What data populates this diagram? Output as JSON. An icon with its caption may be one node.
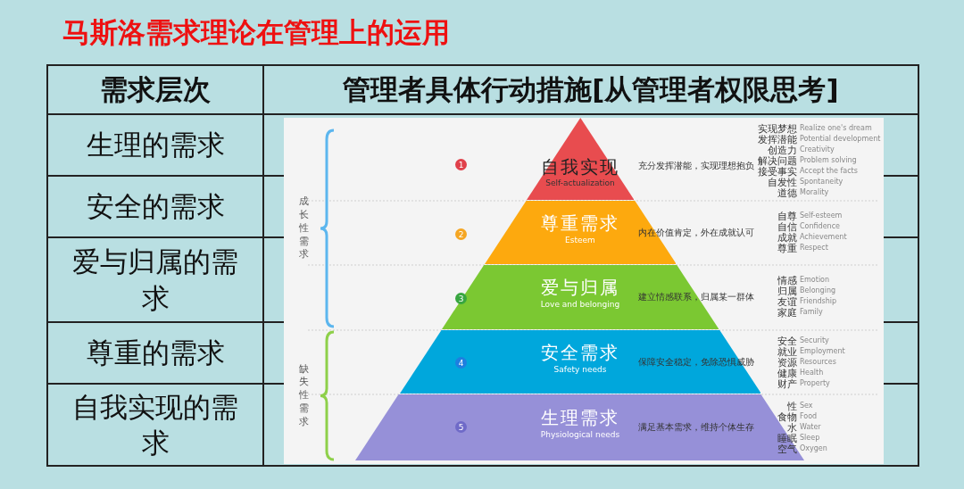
{
  "diagram": {
    "title": "马斯洛需求理论在管理上的运用",
    "nodes": [
      {
        "text": [
          "自我实现",
          "Self-actualization"
        ],
        "beside": [
          "充分发挥潜能，实现理想抱负"
        ]
      },
      {
        "text": [
          "尊重需求",
          "Esteem"
        ],
        "beside": [
          "内在价值肯定，外在成就认可"
        ]
      },
      {
        "text": [
          "爱与归属",
          "Love and belonging",
          "建立情感联系，归属某一群体"
        ]
      },
      {
        "text": [
          "安全需求",
          "Safety needs",
          "保障安全稳定，免除恐惧威胁"
        ]
      },
      {
        "text": [
          "生理需求",
          "Physiological needs",
          "满足基本需求，维持个体生存"
        ]
      }
    ],
    "labels": [
      "需求层次",
      "管理者具体行动措施[从管理者权限思考]",
      "生理的需求",
      "安全的需求",
      "爱与归属的需求",
      "尊重的需求",
      "自我实现的需求",
      "成长性需求",
      "缺失性需求",
      "1",
      "2",
      "3",
      "4",
      "5",
      "实现梦想",
      "Realize one's dream",
      "发挥潜能",
      "Potential development",
      "创造力",
      "Creativity",
      "解决问题",
      "Problem solving",
      "接受事实",
      "Accept the facts",
      "自发性",
      "Spontaneity",
      "道德",
      "Morality",
      "自尊",
      "Self-esteem",
      "自信",
      "Confidence",
      "成就",
      "Achievement",
      "尊重",
      "Respect",
      "情感",
      "Emotion",
      "归属",
      "Belonging",
      "友谊",
      "Friendship",
      "家庭",
      "Family",
      "安全",
      "Security",
      "就业",
      "Employment",
      "资源",
      "Resources",
      "健康",
      "Health",
      "财产",
      "Property",
      "性",
      "Sex",
      "食物",
      "Food",
      "水",
      "Water",
      "睡眠",
      "Sleep",
      "空气",
      "Oxygen"
    ]
  }
}
